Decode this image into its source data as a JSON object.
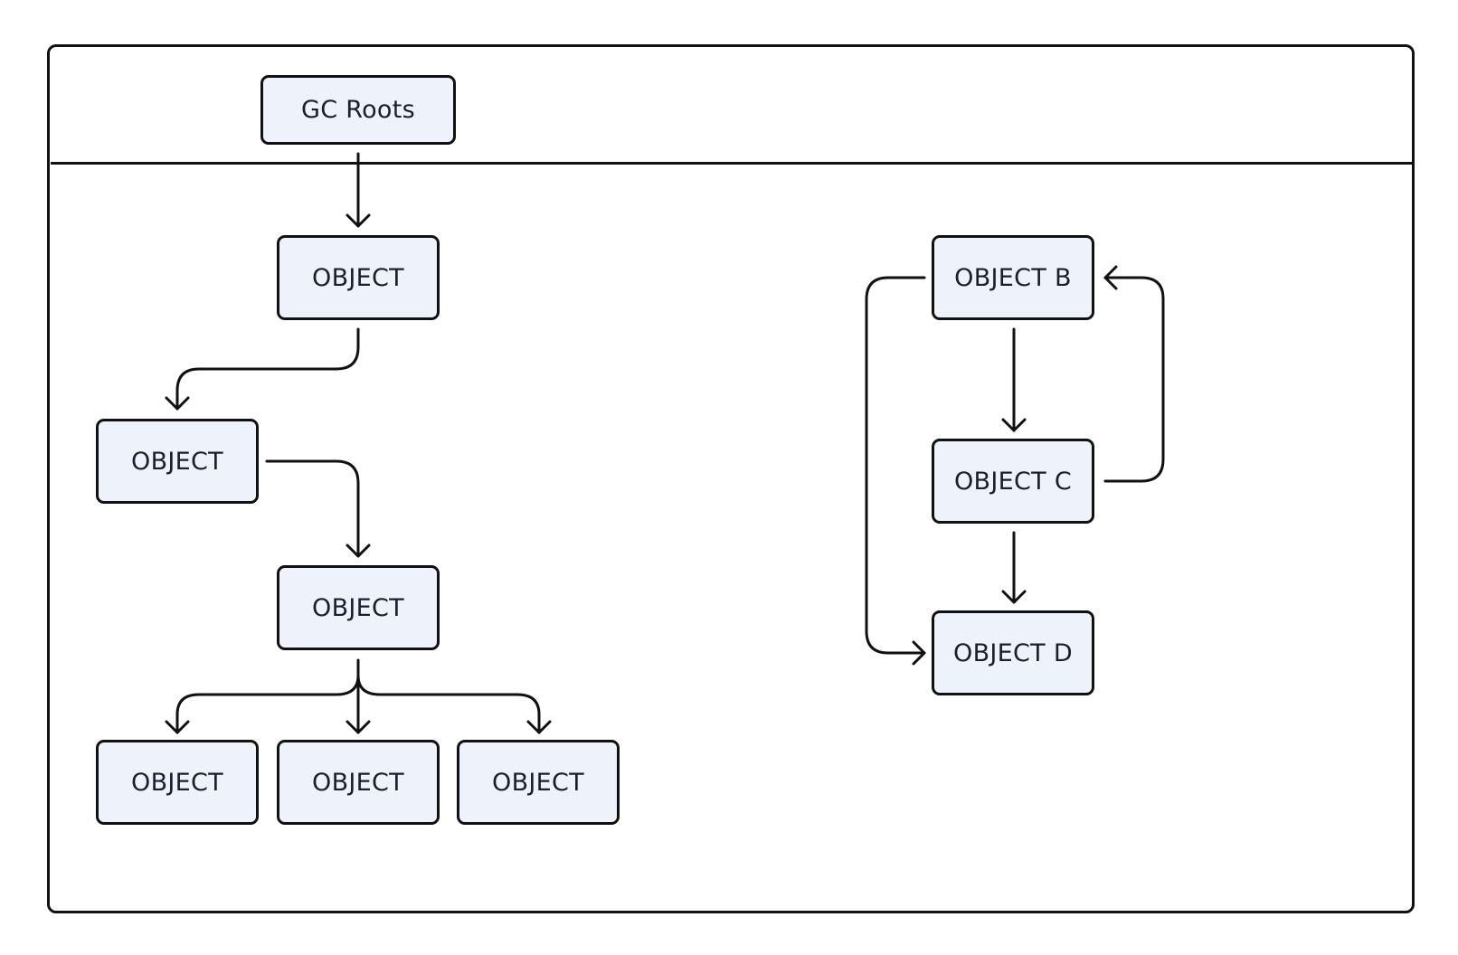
{
  "diagram": {
    "colors": {
      "node_fill": "#eef2fb",
      "stroke": "#111111",
      "text": "#1a1f2e",
      "background": "#ffffff"
    },
    "nodes": {
      "gc_roots": "GC Roots",
      "object_1": "OBJECT",
      "object_2": "OBJECT",
      "object_3": "OBJECT",
      "object_4": "OBJECT",
      "object_5": "OBJECT",
      "object_6": "OBJECT",
      "object_b": "OBJECT B",
      "object_c": "OBJECT C",
      "object_d": "OBJECT D"
    },
    "edges": [
      {
        "from": "gc_roots",
        "to": "object_1"
      },
      {
        "from": "object_1",
        "to": "object_2"
      },
      {
        "from": "object_2",
        "to": "object_3"
      },
      {
        "from": "object_3",
        "to": "object_4"
      },
      {
        "from": "object_3",
        "to": "object_5"
      },
      {
        "from": "object_3",
        "to": "object_6"
      },
      {
        "from": "object_b",
        "to": "object_c"
      },
      {
        "from": "object_c",
        "to": "object_d"
      },
      {
        "from": "object_c",
        "to": "object_b"
      },
      {
        "from": "object_b",
        "to": "object_d"
      }
    ]
  }
}
